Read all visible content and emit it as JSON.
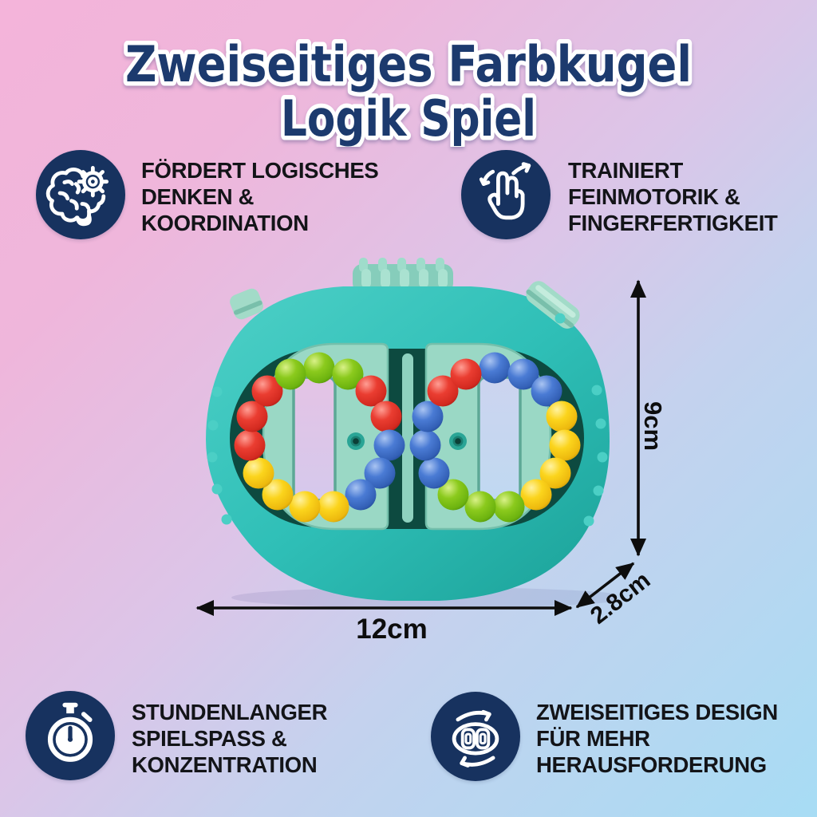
{
  "title": {
    "line1": "Zweiseitiges Farbkugel",
    "line2": "Logik Spiel"
  },
  "features": [
    {
      "id": "logic",
      "icon": "brain-gear-icon",
      "lines": [
        "FÖRDERT LOGISCHES",
        "DENKEN &",
        "KOORDINATION"
      ]
    },
    {
      "id": "motorik",
      "icon": "swipe-hand-icon",
      "lines": [
        "TRAINIERT",
        "FEINMOTORIK &",
        "FINGERFERTIGKEIT"
      ]
    },
    {
      "id": "spielspass",
      "icon": "stopwatch-icon",
      "lines": [
        "STUNDENLANGER",
        "SPIELSPASS &",
        "KONZENTRATION"
      ]
    },
    {
      "id": "design",
      "icon": "two-sided-rotation-icon",
      "lines": [
        "ZWEISEITIGES DESIGN",
        "FÜR MEHR",
        "HERAUSFORDERUNG"
      ]
    }
  ],
  "dimensions": {
    "width": "12cm",
    "height": "9cm",
    "depth": "2.8cm"
  },
  "product": {
    "description": "two-sided rotating color-ball logic puzzle fidget toy",
    "body_color": "#2fbfb7",
    "disc_color": "#9ad8c5",
    "recess_color": "#0d4a40",
    "ball_palette": {
      "red": "#e23127",
      "green": "#7ac31a",
      "blue": "#3a6cc6",
      "yellow": "#f8cd15"
    },
    "balls": {
      "left_ring": [
        [
          150,
          140,
          "green"
        ],
        [
          186,
          148,
          "green"
        ],
        [
          215,
          169,
          "red"
        ],
        [
          234,
          201,
          "red"
        ],
        [
          238,
          237,
          "blue"
        ],
        [
          226,
          272,
          "blue"
        ],
        [
          202,
          299,
          "blue"
        ],
        [
          168,
          314,
          "yellow"
        ],
        [
          132,
          314,
          "yellow"
        ],
        [
          98,
          299,
          "yellow"
        ],
        [
          74,
          272,
          "yellow"
        ],
        [
          63,
          237,
          "red"
        ],
        [
          66,
          201,
          "red"
        ],
        [
          85,
          169,
          "red"
        ],
        [
          114,
          148,
          "green"
        ]
      ],
      "right_ring": [
        [
          370,
          140,
          "blue"
        ],
        [
          406,
          148,
          "blue"
        ],
        [
          435,
          169,
          "blue"
        ],
        [
          454,
          201,
          "yellow"
        ],
        [
          458,
          237,
          "yellow"
        ],
        [
          446,
          272,
          "yellow"
        ],
        [
          422,
          299,
          "yellow"
        ],
        [
          388,
          314,
          "green"
        ],
        [
          352,
          314,
          "green"
        ],
        [
          318,
          299,
          "green"
        ],
        [
          294,
          272,
          "blue"
        ],
        [
          283,
          237,
          "blue"
        ],
        [
          286,
          201,
          "blue"
        ],
        [
          305,
          169,
          "red"
        ],
        [
          334,
          148,
          "red"
        ]
      ]
    }
  },
  "palette": {
    "background_top_left": "#f4b4da",
    "background_middle": "#d9c7ea",
    "background_bottom_right": "#a7dcf4",
    "title_text": "#1c3a6e",
    "title_outline": "#ffffff",
    "feature_text": "#131418",
    "icon_circle": "#17325f",
    "icon_glyph": "#ffffff",
    "dimension_text": "#0d0d0d",
    "arrow": "#0d0d0d"
  }
}
